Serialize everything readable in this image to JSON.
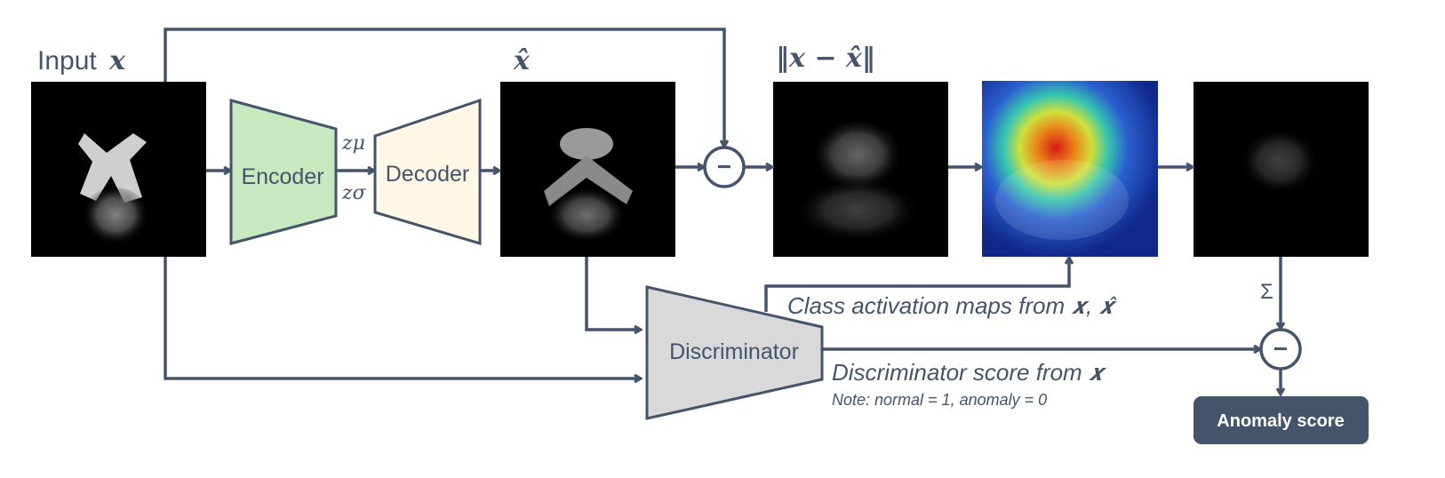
{
  "input_label": "Input",
  "input_var": "𝒙",
  "recon_label": "𝒙̂",
  "diff_label": "‖𝒙 − 𝒙̂‖",
  "encoder_label": "Encoder",
  "decoder_label": "Decoder",
  "z_mu": "zμ",
  "z_sigma": "zσ",
  "discriminator_label": "Discriminator",
  "minus_symbol": "−",
  "sum_symbol": "Σ",
  "cam_text": "Class activation maps from 𝒙, 𝒙̂",
  "disc_score_text": "Discriminator score from 𝒙",
  "note_text": "Note: normal = 1, anomaly = 0",
  "anomaly_score_label": "Anomaly score",
  "colors": {
    "line": "#44546a",
    "encoder_fill": "#c6e9c0",
    "decoder_fill": "#fff8e6",
    "discriminator_fill": "#d9d9d9",
    "anomaly_box": "#44546a"
  }
}
